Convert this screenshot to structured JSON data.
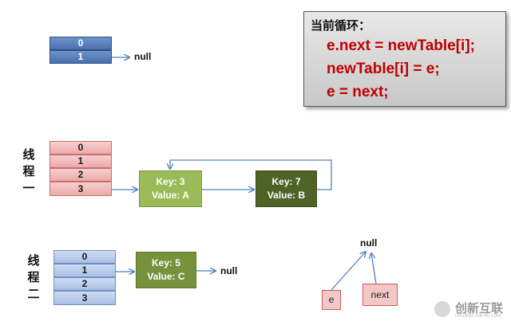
{
  "top_table": {
    "cells": [
      "0",
      "1"
    ],
    "null_label": "null"
  },
  "code_box": {
    "title": "当前循环：",
    "lines": [
      "e.next = newTable[i];",
      "newTable[i] = e;",
      "e = next;"
    ]
  },
  "thread1": {
    "label": [
      "线",
      "程",
      "一"
    ],
    "cells": [
      "0",
      "1",
      "2",
      "3"
    ],
    "nodes": [
      {
        "key": "Key: 3",
        "value": "Value: A"
      },
      {
        "key": "Key: 7",
        "value": "Value: B"
      }
    ]
  },
  "thread2": {
    "label": [
      "线",
      "程",
      "二"
    ],
    "cells": [
      "0",
      "1",
      "2",
      "3"
    ],
    "node": {
      "key": "Key: 5",
      "value": "Value: C"
    },
    "null_label": "null"
  },
  "pointer_diagram": {
    "null_label": "null",
    "e_label": "e",
    "next_label": "next"
  },
  "watermark": {
    "text": "创新互联",
    "subtext": "CHUANG XIN HU LIAN"
  },
  "colors": {
    "code_text": "#c00000",
    "node_light": "#9bbb59",
    "node_dark": "#4f6228",
    "arrow": "#4f81bd"
  }
}
